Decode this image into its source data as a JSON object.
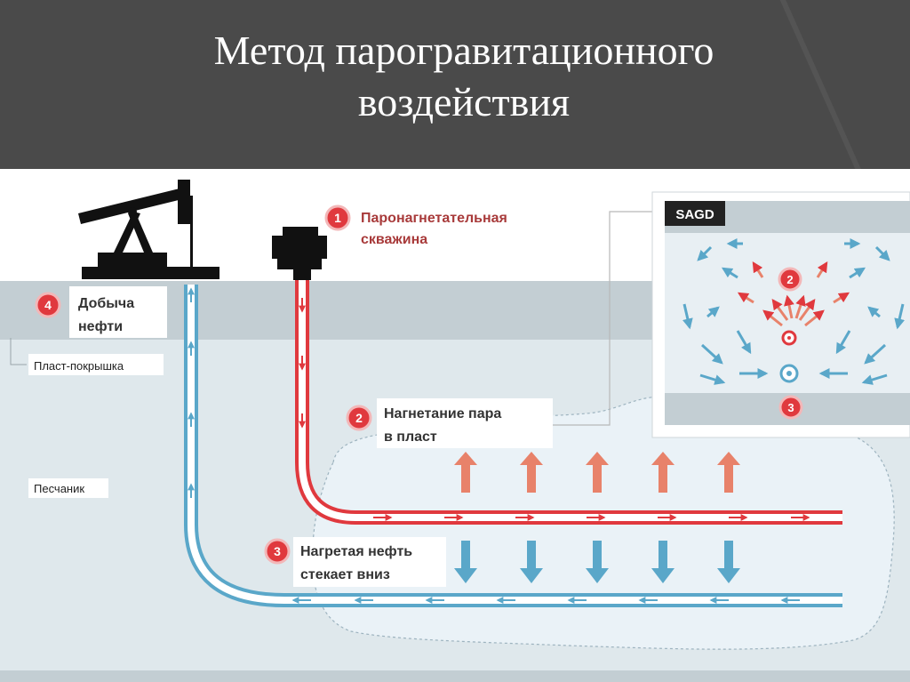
{
  "title": {
    "line1": "Метод парогравитационного",
    "line2": "воздействия"
  },
  "steps": [
    {
      "num": "1",
      "text1": "Паронагнетательная",
      "text2": "скважина"
    },
    {
      "num": "2",
      "text1": "Нагнетание пара",
      "text2": "в пласт"
    },
    {
      "num": "3",
      "text1": "Нагретая нефть",
      "text2": "стекает вниз"
    },
    {
      "num": "4",
      "text1": "Добыча",
      "text2": "нефти"
    }
  ],
  "layers": {
    "caprock": "Пласт-покрышка",
    "sandstone": "Песчаник"
  },
  "inset": {
    "title": "SAGD",
    "step_top": "2",
    "step_bottom": "3"
  },
  "colors": {
    "title_band": "#4a4a4a",
    "steam": "#e0393e",
    "oil": "#5aa7c9",
    "badge": "#e0393e",
    "ground_dark": "#bfcbd0",
    "ground_light": "#dde7ec",
    "reservoir": "#e9f1f6"
  },
  "icons": [
    "pumpjack-icon",
    "wellhead-icon",
    "steam-up-arrow-icon",
    "oil-down-arrow-icon",
    "flow-arrow-icon"
  ]
}
